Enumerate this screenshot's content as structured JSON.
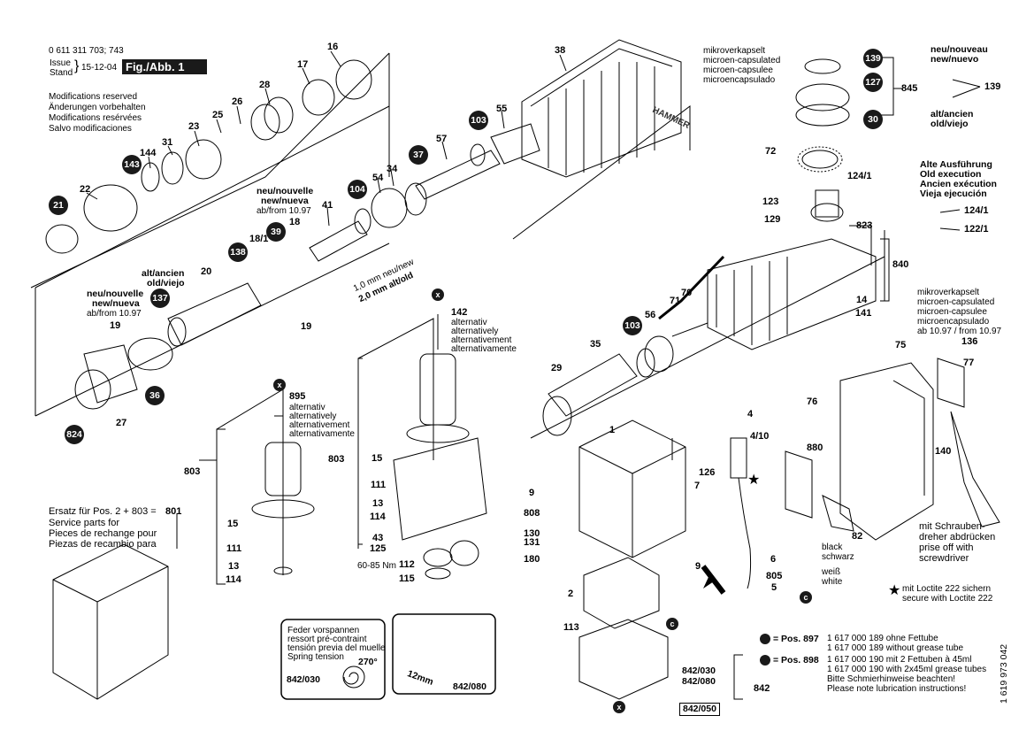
{
  "header": {
    "part_no": "0 611 311 703; 743",
    "issue": "Issue",
    "stand": "Stand",
    "date": "15-12-04",
    "fig": "Fig./Abb. 1",
    "mods": [
      "Modifications reserved",
      "Änderungen vorbehalten",
      "Modifications resérvées",
      "Salvo modificaciones"
    ]
  },
  "labels": {
    "n16": "16",
    "n17": "17",
    "n28": "28",
    "n26": "26",
    "n25": "25",
    "n23": "23",
    "n31": "31",
    "n144": "144",
    "n22": "22",
    "n38": "38",
    "n55": "55",
    "n57": "57",
    "n34": "34",
    "n54": "54",
    "n41": "41",
    "n18": "18",
    "n18_1": "18/1",
    "n20": "20",
    "n19a": "19",
    "n19b": "19",
    "n27": "27",
    "n142": "142",
    "n895": "895",
    "n803a": "803",
    "n803b": "803",
    "n15a": "15",
    "n15b": "15",
    "n111a": "111",
    "n111b": "111",
    "n13a": "13",
    "n13b": "13",
    "n114a": "114",
    "n114b": "114",
    "n43": "43",
    "n125": "125",
    "n112": "112",
    "n115": "115",
    "n29": "29",
    "n35": "35",
    "n56": "56",
    "n71": "71",
    "n70": "70",
    "n72": "72",
    "n124_1": "124/1",
    "n123": "123",
    "n129": "129",
    "n823": "823",
    "n840": "840",
    "n14": "14",
    "n141": "141",
    "n845": "845",
    "n75": "75",
    "n77": "77",
    "n136": "136",
    "n76": "76",
    "n4": "4",
    "n4_10": "4/10",
    "n880": "880",
    "n140": "140",
    "n82": "82",
    "n1": "1",
    "n9a": "9",
    "n9b": "9",
    "n808": "808",
    "n130": "130",
    "n131": "131",
    "n180": "180",
    "n126": "126",
    "n7": "7",
    "n6": "6",
    "n805": "805",
    "n5": "5",
    "n2": "2",
    "n113": "113",
    "n842": "842",
    "n801": "801",
    "n124_1b": "124/1",
    "n122_1": "122/1",
    "n139b": "139"
  },
  "badges": {
    "b143": "143",
    "b21": "21",
    "b103a": "103",
    "b37": "37",
    "b104": "104",
    "b39": "39",
    "b138": "138",
    "b137": "137",
    "b36": "36",
    "b824": "824",
    "b139": "139",
    "b127": "127",
    "b30": "30",
    "b103b": "103",
    "bx1": "x",
    "bx2": "x",
    "bx3": "x",
    "bc1": "c",
    "bc2": "c"
  },
  "notes": {
    "mikro1": [
      "mikroverkapselt",
      "microen-capsulated",
      "microen-capsulee",
      "microencapsulado"
    ],
    "neu1": [
      "neu/nouveau",
      "new/nuevo"
    ],
    "alt1": [
      "alt/ancien",
      "old/viejo"
    ],
    "alte": [
      "Alte Ausführung",
      "Old execution",
      "Ancien exécution",
      "Vieja ejecución"
    ],
    "mikro2": [
      "mikroverkapselt",
      "microen-capsulated",
      "microen-capsulee",
      "microencapsulado",
      "ab 10.97 / from 10.97"
    ],
    "neu2": [
      "neu/nouvelle",
      "new/nueva",
      "ab/from 10.97"
    ],
    "neu3": [
      "neu/nouvelle",
      "new/nueva",
      "ab/from 10.97"
    ],
    "alt2": [
      "alt/ancien",
      "old/viejo"
    ],
    "mm1": "1,0 mm neu/new",
    "mm2": "2,0 mm alt/old",
    "alt142": [
      "alternativ",
      "alternatively",
      "alternativement",
      "alternativamente"
    ],
    "alt895": [
      "alternativ",
      "alternatively",
      "alternativement",
      "alternativamente"
    ],
    "nm": "60-85 Nm",
    "ersatz": [
      "Ersatz für Pos. 2 + 803  =",
      "Service parts for",
      "Pieces de rechange pour",
      "Piezas de recambio para"
    ],
    "feder": [
      "Feder vorspannen",
      "ressort pré-contraint",
      "tensión previa del muelle",
      "Spring tension"
    ],
    "deg": "270°",
    "box842_030": "842/030",
    "box842_080a": "842/080",
    "mm12": "12mm",
    "black": [
      "black",
      "schwarz"
    ],
    "white": [
      "weiß",
      "white"
    ],
    "loctite": [
      "mit Loctite 222 sichern",
      "secure with Loctite 222"
    ],
    "screwdriver": [
      "mit Schrauben-",
      "dreher abdrücken",
      "prise off with",
      "screwdriver"
    ],
    "pos897": "= Pos. 897",
    "pos898": "= Pos. 898",
    "pos897_lines": [
      "1 617 000 189 ohne Fettube",
      "1 617 000 189 without grease tube"
    ],
    "pos898_lines": [
      "1 617 000 190 mit 2 Fettuben à 45ml",
      "1 617 000 190 with 2x45ml grease tubes",
      "Bitte Schmierhinweise beachten!",
      "Please note lubrication instructions!"
    ],
    "box842a": "842/030",
    "box842b": "842/080",
    "box842c": "842/050",
    "side": "1 619 973 042",
    "hammer": "HAMMER"
  }
}
